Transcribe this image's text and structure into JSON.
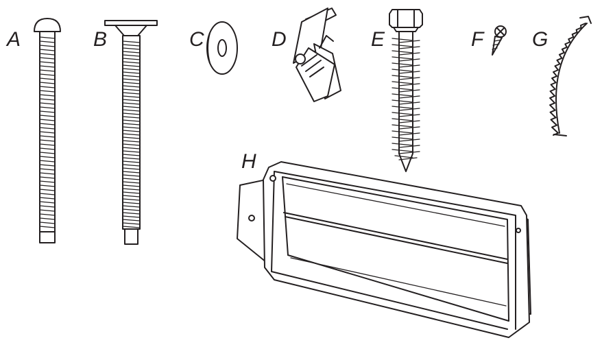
{
  "parts": [
    {
      "label": "A",
      "icon": "round-head-bolt-icon"
    },
    {
      "label": "B",
      "icon": "flat-head-bolt-icon"
    },
    {
      "label": "C",
      "icon": "washer-icon"
    },
    {
      "label": "D",
      "icon": "toggle-bolt-icon"
    },
    {
      "label": "E",
      "icon": "hex-head-lag-screw-icon"
    },
    {
      "label": "F",
      "icon": "small-screw-icon"
    },
    {
      "label": "G",
      "icon": "curved-toothed-strip-icon"
    },
    {
      "label": "H",
      "icon": "mounting-bracket-icon"
    }
  ],
  "colors": {
    "line": "#231f20",
    "background": "#ffffff"
  }
}
